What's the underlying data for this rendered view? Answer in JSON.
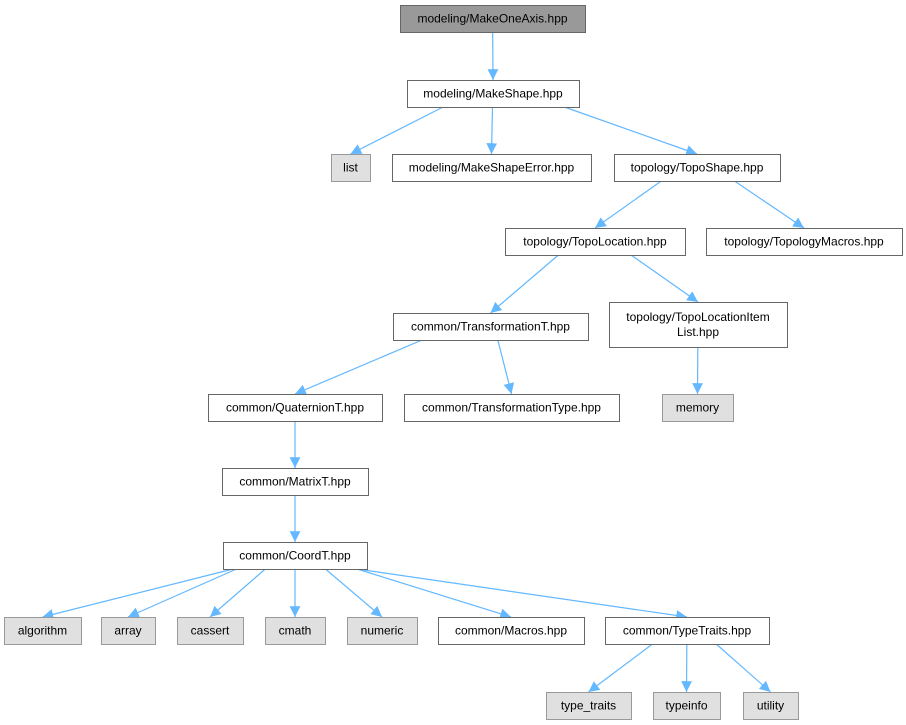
{
  "graph": {
    "type": "include-dependency-graph",
    "colors": {
      "edge": "#63b8ff",
      "main_fill": "#999999",
      "system_fill": "#e0e0e0",
      "normal_fill": "#ffffff"
    },
    "nodes": [
      {
        "label": [
          "modeling/MakeOneAxis.hpp"
        ],
        "kind": "main"
      },
      {
        "label": [
          "modeling/MakeShape.hpp"
        ],
        "kind": "normal"
      },
      {
        "label": [
          "list"
        ],
        "kind": "system"
      },
      {
        "label": [
          "modeling/MakeShapeError.hpp"
        ],
        "kind": "normal"
      },
      {
        "label": [
          "topology/TopoShape.hpp"
        ],
        "kind": "normal"
      },
      {
        "label": [
          "topology/TopoLocation.hpp"
        ],
        "kind": "normal"
      },
      {
        "label": [
          "topology/TopologyMacros.hpp"
        ],
        "kind": "normal"
      },
      {
        "label": [
          "common/TransformationT.hpp"
        ],
        "kind": "normal"
      },
      {
        "label": [
          "topology/TopoLocationItem",
          "List.hpp"
        ],
        "kind": "normal"
      },
      {
        "label": [
          "common/QuaternionT.hpp"
        ],
        "kind": "normal"
      },
      {
        "label": [
          "common/TransformationType.hpp"
        ],
        "kind": "normal"
      },
      {
        "label": [
          "memory"
        ],
        "kind": "system"
      },
      {
        "label": [
          "common/MatrixT.hpp"
        ],
        "kind": "normal"
      },
      {
        "label": [
          "common/CoordT.hpp"
        ],
        "kind": "normal"
      },
      {
        "label": [
          "algorithm"
        ],
        "kind": "system"
      },
      {
        "label": [
          "array"
        ],
        "kind": "system"
      },
      {
        "label": [
          "cassert"
        ],
        "kind": "system"
      },
      {
        "label": [
          "cmath"
        ],
        "kind": "system"
      },
      {
        "label": [
          "numeric"
        ],
        "kind": "system"
      },
      {
        "label": [
          "common/Macros.hpp"
        ],
        "kind": "normal"
      },
      {
        "label": [
          "common/TypeTraits.hpp"
        ],
        "kind": "normal"
      },
      {
        "label": [
          "type_traits"
        ],
        "kind": "system"
      },
      {
        "label": [
          "typeinfo"
        ],
        "kind": "system"
      },
      {
        "label": [
          "utility"
        ],
        "kind": "system"
      }
    ],
    "edges": [
      [
        0,
        1
      ],
      [
        1,
        2
      ],
      [
        1,
        3
      ],
      [
        1,
        4
      ],
      [
        4,
        5
      ],
      [
        4,
        6
      ],
      [
        5,
        7
      ],
      [
        5,
        8
      ],
      [
        7,
        9
      ],
      [
        7,
        10
      ],
      [
        8,
        11
      ],
      [
        9,
        12
      ],
      [
        12,
        13
      ],
      [
        13,
        14
      ],
      [
        13,
        15
      ],
      [
        13,
        16
      ],
      [
        13,
        17
      ],
      [
        13,
        18
      ],
      [
        13,
        19
      ],
      [
        13,
        20
      ],
      [
        20,
        21
      ],
      [
        20,
        22
      ],
      [
        20,
        23
      ]
    ]
  }
}
